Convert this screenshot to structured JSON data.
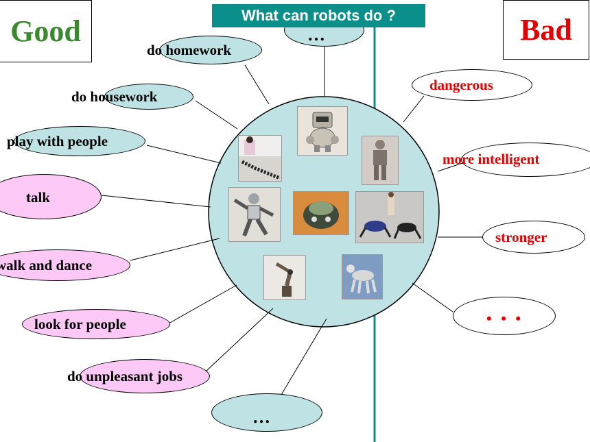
{
  "banner": {
    "question": "What can robots do ?"
  },
  "good_panel": {
    "title": "Good"
  },
  "bad_panel": {
    "title": "Bad"
  },
  "good_items": [
    "do homework",
    "do housework",
    "play with people",
    "talk",
    "walk and dance",
    "look for people",
    "do unpleasant jobs"
  ],
  "bad_items": [
    "dangerous",
    "more intelligent",
    "stronger"
  ],
  "ellipsis": "…",
  "ellipsis_red": "• • •",
  "colors": {
    "good": "#3a8a2e",
    "bad": "#e60000",
    "banner": "#0b8f8a",
    "circle": "#bfe3e4",
    "pink_oval": "#fcc8f6",
    "teal_oval": "#bfe3e4"
  },
  "photos": [
    "robot-with-monitor-head",
    "dominoes-with-person",
    "humanoid-robot-standing",
    "humanoid-robot-dancing",
    "beetle-robot",
    "spider-robots-with-person",
    "robot-arm",
    "robot-dog"
  ]
}
